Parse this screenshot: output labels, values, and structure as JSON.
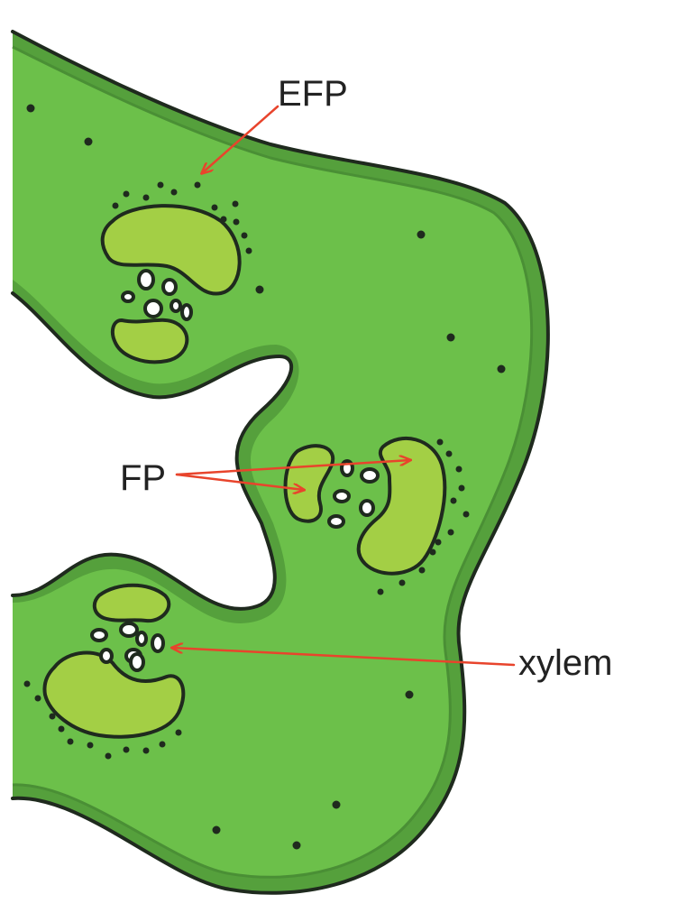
{
  "labels": {
    "efp": "EFP",
    "fp": "FP",
    "xylem": "xylem"
  },
  "colors": {
    "tissue": "#6cc04a",
    "outer_band": "#55a03c",
    "phloem": "#a3cf45",
    "outline": "#1f2a1e",
    "arrow": "#e8442c",
    "background": "#ffffff"
  }
}
